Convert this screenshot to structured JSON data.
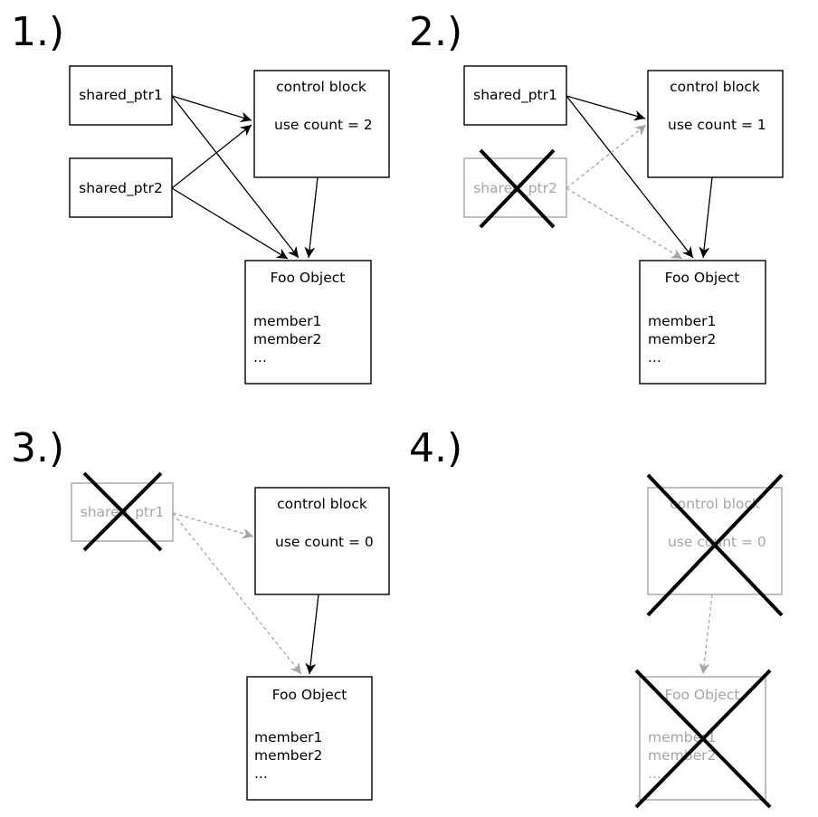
{
  "colors": {
    "active": "#000000",
    "deleted": "#a6a6a6",
    "cross": "#000000",
    "background": "#ffffff"
  },
  "panels": [
    {
      "number": "1.)",
      "ptr1": {
        "label": "shared_ptr1",
        "deleted": false
      },
      "ptr2": {
        "label": "shared_ptr2",
        "deleted": false
      },
      "control_block": {
        "title": "control block",
        "count": "use count = 2",
        "deleted": false
      },
      "foo_object": {
        "title": "Foo Object",
        "members": [
          "member1",
          "member2",
          "..."
        ],
        "deleted": false
      }
    },
    {
      "number": "2.)",
      "ptr1": {
        "label": "shared_ptr1",
        "deleted": false
      },
      "ptr2": {
        "label": "shared_ptr2",
        "deleted": true
      },
      "control_block": {
        "title": "control block",
        "count": "use count = 1",
        "deleted": false
      },
      "foo_object": {
        "title": "Foo Object",
        "members": [
          "member1",
          "member2",
          "..."
        ],
        "deleted": false
      }
    },
    {
      "number": "3.)",
      "ptr1": {
        "label": "shared_ptr1",
        "deleted": true
      },
      "control_block": {
        "title": "control block",
        "count": "use count = 0",
        "deleted": false
      },
      "foo_object": {
        "title": "Foo Object",
        "members": [
          "member1",
          "member2",
          "..."
        ],
        "deleted": false
      }
    },
    {
      "number": "4.)",
      "control_block": {
        "title": "control block",
        "count": "use count = 0",
        "deleted": true
      },
      "foo_object": {
        "title": "Foo Object",
        "members": [
          "member1",
          "member2",
          "..."
        ],
        "deleted": true
      }
    }
  ]
}
